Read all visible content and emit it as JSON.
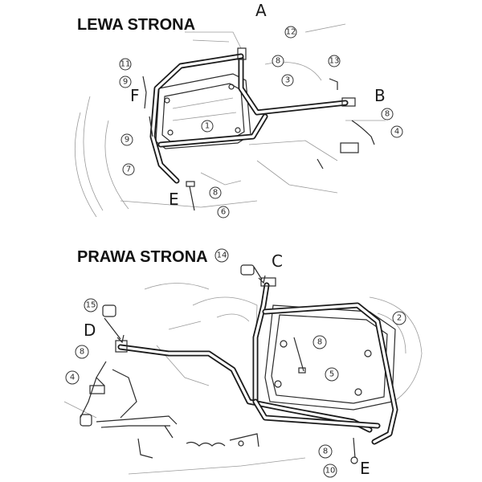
{
  "sections": {
    "left": {
      "title": "LEWA STRONA"
    },
    "right": {
      "title": "PRAWA STRONA"
    }
  },
  "letters": {
    "A": "A",
    "B": "B",
    "C": "C",
    "D": "D",
    "E_top": "E",
    "E_bottom": "E",
    "F": "F"
  },
  "part_numbers_top": [
    "12",
    "11",
    "9",
    "8",
    "3",
    "13",
    "8",
    "4",
    "1",
    "9",
    "7",
    "8",
    "6"
  ],
  "part_numbers_bottom": [
    "14",
    "15",
    "8",
    "4",
    "2",
    "8",
    "5",
    "8",
    "10"
  ]
}
